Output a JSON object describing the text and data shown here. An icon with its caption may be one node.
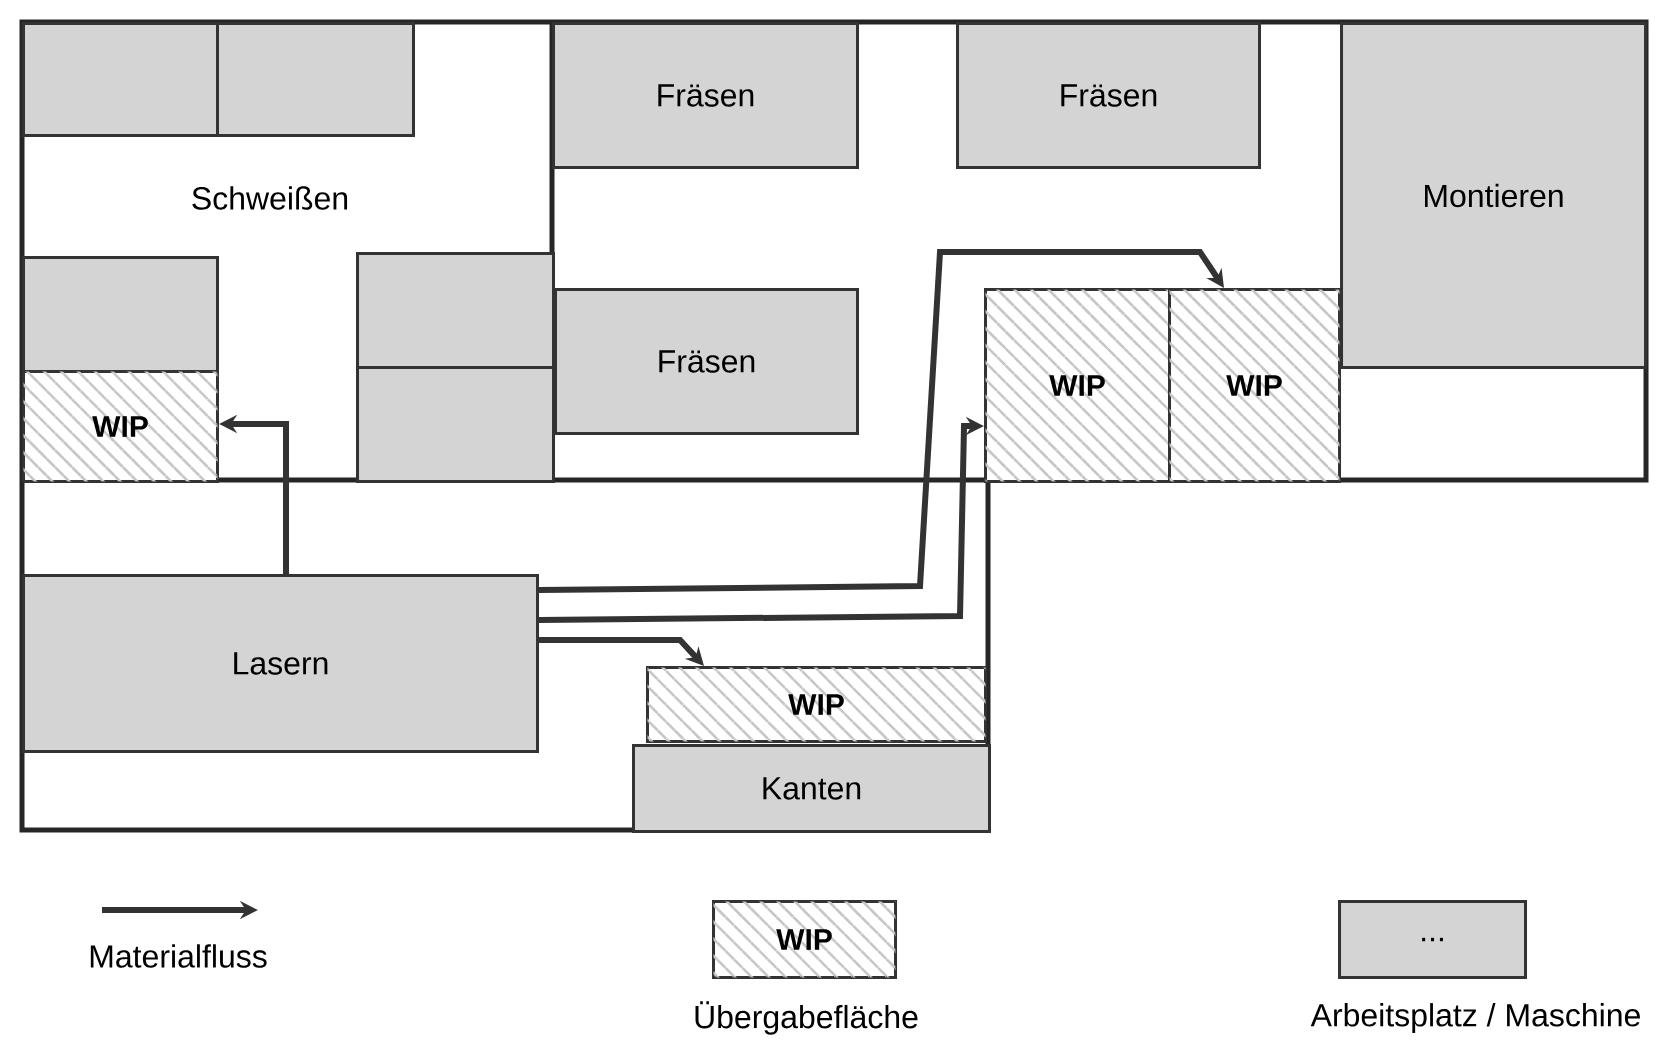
{
  "diagram": {
    "nodes": [
      {
        "text": [],
        "shape": "box"
      },
      {
        "text": [],
        "shape": "box"
      },
      {
        "text": [
          "Fräsen"
        ]
      },
      {
        "text": [
          "Fräsen"
        ]
      },
      {
        "text": [
          "Montieren"
        ]
      },
      {
        "text": [],
        "shape": "box"
      },
      {
        "text": [],
        "shape": "box"
      },
      {
        "text": [
          "Fräsen"
        ]
      },
      {
        "text": [
          "WIP"
        ]
      },
      {
        "text": [
          "WIP"
        ]
      },
      {
        "text": [
          "WIP"
        ]
      },
      {
        "text": [],
        "shape": "box"
      },
      {
        "text": [
          "Lasern"
        ]
      },
      {
        "text": [
          "WIP"
        ]
      },
      {
        "text": [
          "Kanten"
        ]
      }
    ],
    "edges": [
      {
        "from": 12,
        "to": 10,
        "arrow": "to"
      },
      {
        "from": 12,
        "to": 9,
        "arrow": "to"
      },
      {
        "from": 12,
        "to": 8,
        "arrow": "to"
      },
      {
        "from": 12,
        "to": 13,
        "arrow": "to"
      }
    ],
    "labels": [
      "Schweißen",
      "WIP",
      "..."
    ],
    "legend": [
      {
        "text": "Materialfluss"
      },
      {
        "text": "Übergabefläche"
      },
      {
        "text": "Arbeitsplatz / Maschine",
        "color": "#d4d4d4"
      }
    ]
  }
}
